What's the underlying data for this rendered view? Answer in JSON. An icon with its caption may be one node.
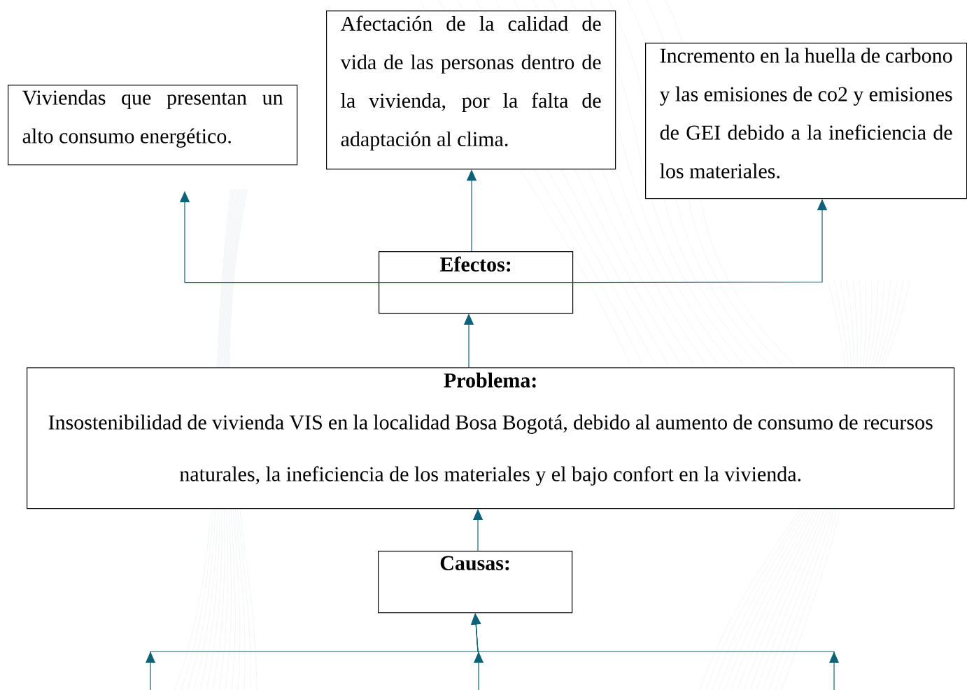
{
  "diagram": {
    "nodes": [
      {
        "text": [
          "Viviendas que presentan un alto consumo energético."
        ]
      },
      {
        "text": [
          "Afectación de la calidad de vida de las personas dentro de la vivienda, por la falta de adaptación al clima."
        ]
      },
      {
        "text": [
          "Incremento en la huella de carbono y las emisiones de co2 y emisiones de GEI debido a la ineficiencia de los materiales."
        ]
      },
      {
        "text": [
          "Efectos:"
        ]
      },
      {
        "text": [
          "Problema:",
          "Insostenibilidad de vivienda VIS en la localidad Bosa Bogotá, debido al aumento de consumo de recursos naturales, la ineficiencia de los materiales y el bajo confort en la vivienda."
        ]
      },
      {
        "text": [
          "Causas:"
        ]
      }
    ],
    "edges": [
      {
        "from": 3,
        "to": 0,
        "arrow": "to"
      },
      {
        "from": 3,
        "to": 1,
        "arrow": "to"
      },
      {
        "from": 3,
        "to": 2,
        "arrow": "to"
      },
      {
        "from": 4,
        "to": 3,
        "arrow": "to"
      },
      {
        "from": 5,
        "to": 4,
        "arrow": "to"
      },
      {
        "from": null,
        "to": 5,
        "arrow": "to"
      },
      {
        "from": null,
        "to": 5,
        "arrow": "to"
      },
      {
        "from": null,
        "to": 5,
        "arrow": "to"
      }
    ]
  }
}
